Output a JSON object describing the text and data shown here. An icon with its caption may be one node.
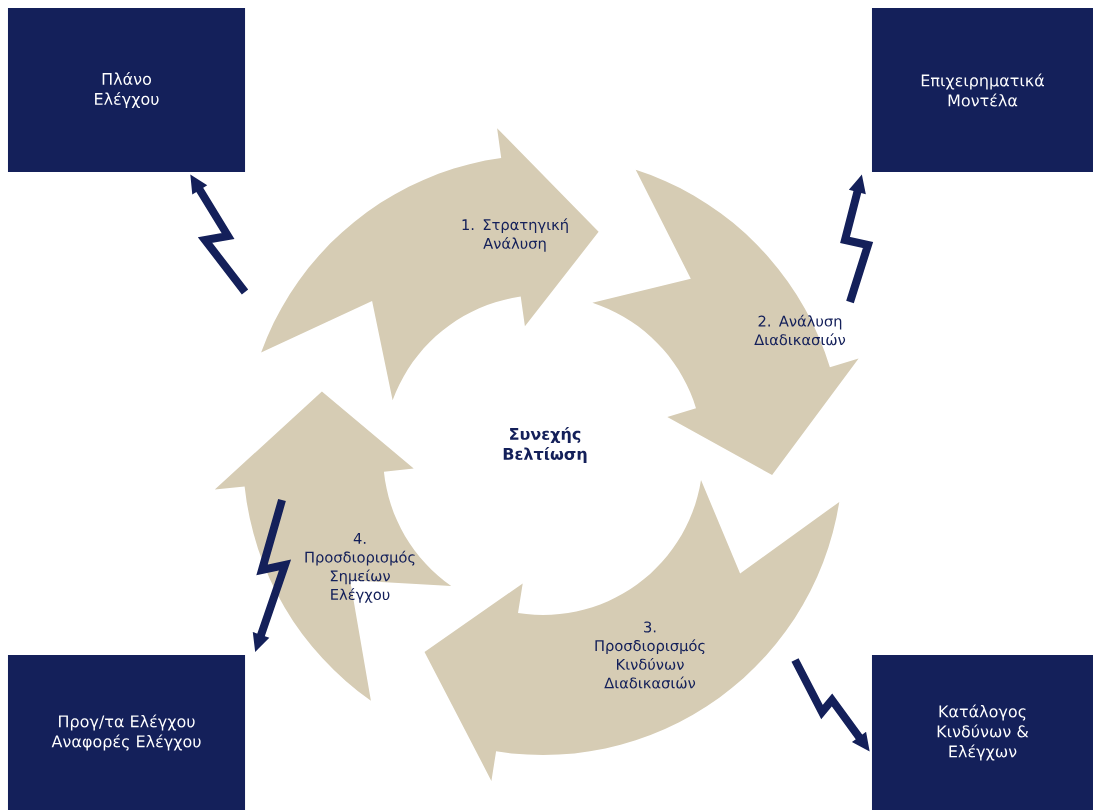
{
  "diagram": {
    "nodes": [
      {
        "text": [
          "Πλάνο Ελέγχου"
        ]
      },
      {
        "text": [
          "Επιχειρηματικά Μοντέλα"
        ]
      },
      {
        "text": [
          "1. Στρατηγική Ανάλυση"
        ]
      },
      {
        "text": [
          "2. Ανάλυση Διαδικασιών"
        ]
      },
      {
        "text": [
          "Συνεχής Βελτίωση"
        ]
      },
      {
        "text": [
          "4. Προσδιορισμός Σημείων Ελέγχου"
        ]
      },
      {
        "text": [
          "3. Προσδιορισμός Κινδύνων Διαδικασιών"
        ]
      },
      {
        "text": [
          "Προγ/τα Ελέγχου Αναφορές Ελέγχου"
        ]
      },
      {
        "text": [
          "Κατάλογος Κινδύνων & Ελέγχων"
        ]
      }
    ],
    "edges": [
      {
        "from": 2,
        "to": 0,
        "arrow": "to"
      },
      {
        "from": 3,
        "to": 1,
        "arrow": "to"
      },
      {
        "from": 5,
        "to": 7,
        "arrow": "to"
      },
      {
        "from": 6,
        "to": 8,
        "arrow": "to"
      }
    ]
  }
}
